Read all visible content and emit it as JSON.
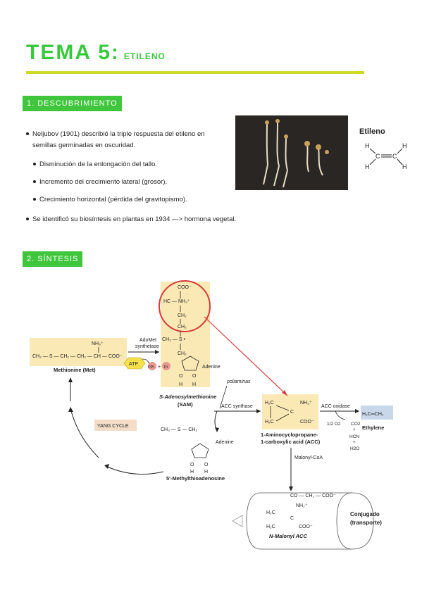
{
  "title": {
    "main": "TEMA 5:",
    "sub": "ETILENO"
  },
  "section1": {
    "label": "1. DESCUBRIMIENTO",
    "b1": "Neljubov (1901) describió la triple respuesta del etileno en",
    "b1b": "semillas germinadas en oscuridad.",
    "s1": "Disminución de la enlongación del tallo.",
    "s2": "Incremento del crecimiento lateral (grosor).",
    "s3": "Crecimiento horizontal (pérdida del gravitopismo).",
    "b2": "Se identificó su biosíntesis en plantas en 1934 —> hormona vegetal."
  },
  "ethylene": {
    "label": "Etileno"
  },
  "section2": {
    "label": "2. SÍNTESIS"
  },
  "diagram": {
    "met": "Methionine (Met)",
    "adomet": "AdoMet",
    "synth": "synthetase",
    "atp": "ATP",
    "ppi": "PPi",
    "pi": "Pi",
    "sam1": "S-Adenosylmethionine",
    "sam2": "(SAM)",
    "adenine": "Adenine",
    "poli": "poliaminas",
    "accs": "ACC synthase",
    "acc1": "1-Aminocyclopropane-",
    "acc2": "1-carboxylic acid (ACC)",
    "acco": "ACC oxidase",
    "o2": "1/2 O2",
    "ethylene": "Ethylene",
    "yang": "YANG CYCLE",
    "mta": "5'-Methylthioadenosine",
    "malonyl": "Malonyl-CoA",
    "conj1": "Conjugado",
    "conj2": "(transporte)",
    "macc": "N-Malonyl ACC",
    "co2": "CO2",
    "hcn": "HCN",
    "plus": "+",
    "h2o": "H2O"
  }
}
